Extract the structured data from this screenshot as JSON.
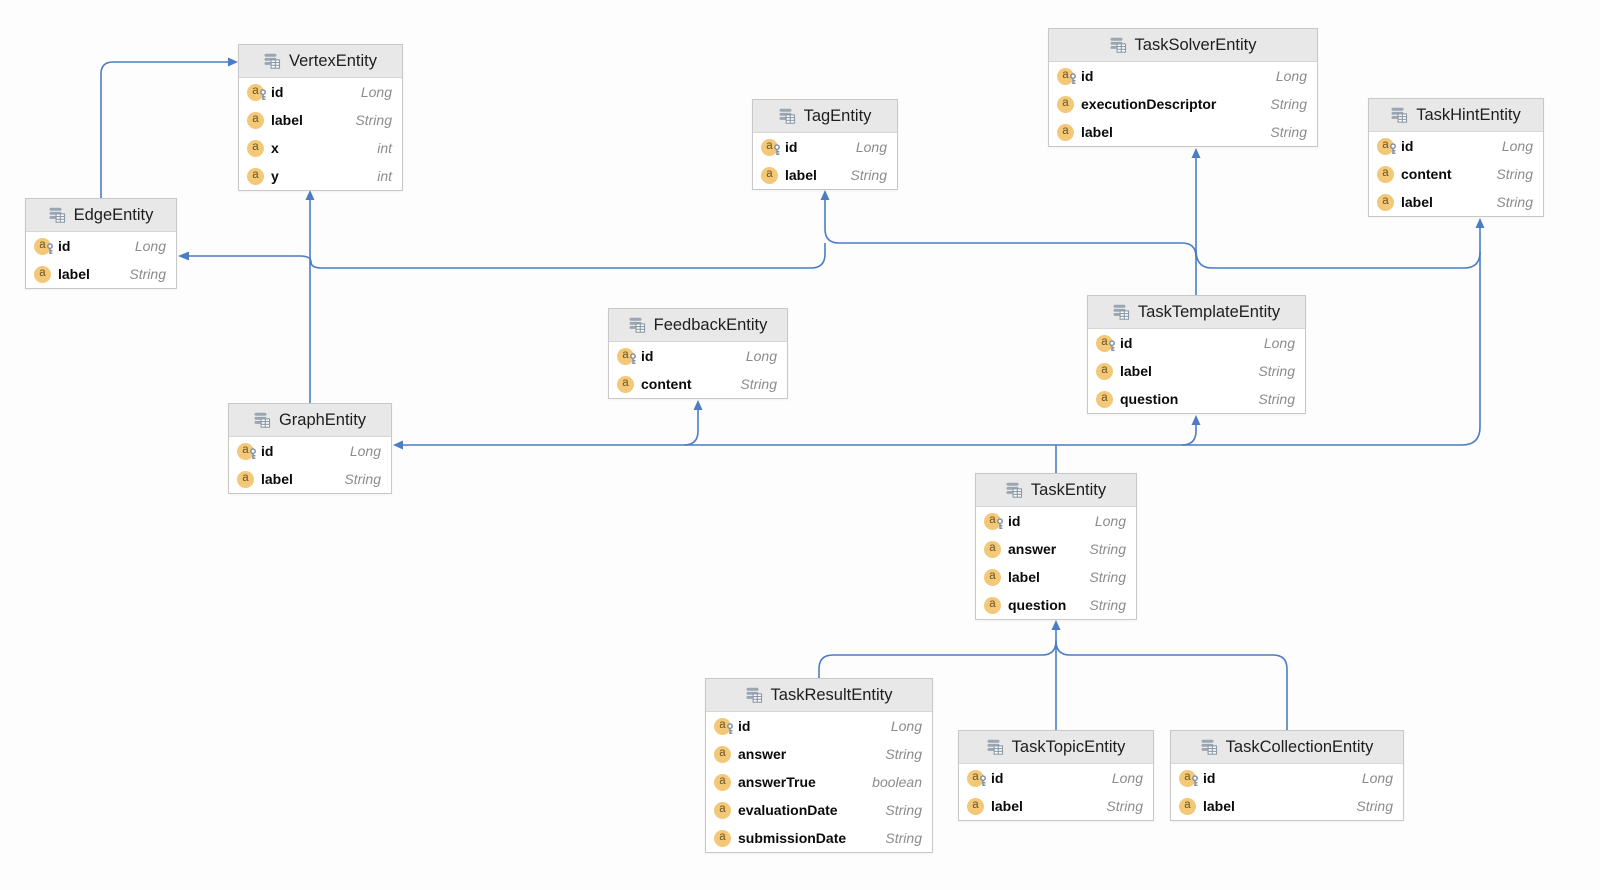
{
  "diagram": {
    "title": "entity-relationship-diagram",
    "colors": {
      "connector": "#4B7CC4",
      "header_bg": "#E8E8E8",
      "box_border": "#C8C8C8",
      "body_bg": "#FFFFFF",
      "title_text": "#1E1E1E",
      "field_name_text": "#0A0A0A",
      "field_type_text": "#8C8C8C",
      "attribute_icon_bg": "#F3C878",
      "attribute_icon_letter": "#6E5620",
      "key_icon_color": "#8191A5",
      "table_icon_color": "#9AA6B2"
    },
    "icons": {
      "entity_header": "database-table-icon",
      "attribute": "attribute-a-icon",
      "primary_key": "key-icon"
    },
    "entities": [
      {
        "key": "vertex",
        "title": "VertexEntity",
        "fields": [
          {
            "name": "id",
            "type": "Long",
            "pk": true
          },
          {
            "name": "label",
            "type": "String",
            "pk": false
          },
          {
            "name": "x",
            "type": "int",
            "pk": false
          },
          {
            "name": "y",
            "type": "int",
            "pk": false
          }
        ]
      },
      {
        "key": "edge",
        "title": "EdgeEntity",
        "fields": [
          {
            "name": "id",
            "type": "Long",
            "pk": true
          },
          {
            "name": "label",
            "type": "String",
            "pk": false
          }
        ]
      },
      {
        "key": "tag",
        "title": "TagEntity",
        "fields": [
          {
            "name": "id",
            "type": "Long",
            "pk": true
          },
          {
            "name": "label",
            "type": "String",
            "pk": false
          }
        ]
      },
      {
        "key": "tasksolver",
        "title": "TaskSolverEntity",
        "fields": [
          {
            "name": "id",
            "type": "Long",
            "pk": true
          },
          {
            "name": "executionDescriptor",
            "type": "String",
            "pk": false
          },
          {
            "name": "label",
            "type": "String",
            "pk": false
          }
        ]
      },
      {
        "key": "taskhint",
        "title": "TaskHintEntity",
        "fields": [
          {
            "name": "id",
            "type": "Long",
            "pk": true
          },
          {
            "name": "content",
            "type": "String",
            "pk": false
          },
          {
            "name": "label",
            "type": "String",
            "pk": false
          }
        ]
      },
      {
        "key": "feedback",
        "title": "FeedbackEntity",
        "fields": [
          {
            "name": "id",
            "type": "Long",
            "pk": true
          },
          {
            "name": "content",
            "type": "String",
            "pk": false
          }
        ]
      },
      {
        "key": "tasktemplate",
        "title": "TaskTemplateEntity",
        "fields": [
          {
            "name": "id",
            "type": "Long",
            "pk": true
          },
          {
            "name": "label",
            "type": "String",
            "pk": false
          },
          {
            "name": "question",
            "type": "String",
            "pk": false
          }
        ]
      },
      {
        "key": "graph",
        "title": "GraphEntity",
        "fields": [
          {
            "name": "id",
            "type": "Long",
            "pk": true
          },
          {
            "name": "label",
            "type": "String",
            "pk": false
          }
        ]
      },
      {
        "key": "task",
        "title": "TaskEntity",
        "fields": [
          {
            "name": "id",
            "type": "Long",
            "pk": true
          },
          {
            "name": "answer",
            "type": "String",
            "pk": false
          },
          {
            "name": "label",
            "type": "String",
            "pk": false
          },
          {
            "name": "question",
            "type": "String",
            "pk": false
          }
        ]
      },
      {
        "key": "taskresult",
        "title": "TaskResultEntity",
        "fields": [
          {
            "name": "id",
            "type": "Long",
            "pk": true
          },
          {
            "name": "answer",
            "type": "String",
            "pk": false
          },
          {
            "name": "answerTrue",
            "type": "boolean",
            "pk": false
          },
          {
            "name": "evaluationDate",
            "type": "String",
            "pk": false
          },
          {
            "name": "submissionDate",
            "type": "String",
            "pk": false
          }
        ]
      },
      {
        "key": "tasktopic",
        "title": "TaskTopicEntity",
        "fields": [
          {
            "name": "id",
            "type": "Long",
            "pk": true
          },
          {
            "name": "label",
            "type": "String",
            "pk": false
          }
        ]
      },
      {
        "key": "taskcollection",
        "title": "TaskCollectionEntity",
        "fields": [
          {
            "name": "id",
            "type": "Long",
            "pk": true
          },
          {
            "name": "label",
            "type": "String",
            "pk": false
          }
        ]
      }
    ],
    "relationships": [
      {
        "from": "EdgeEntity",
        "to": "VertexEntity"
      },
      {
        "from": "GraphEntity",
        "to": "VertexEntity"
      },
      {
        "from": "TaskTemplateEntity",
        "to": "TaskSolverEntity"
      },
      {
        "from": "TaskTemplateEntity",
        "to": "TagEntity"
      },
      {
        "from": "TaskTemplateEntity",
        "to": "EdgeEntity"
      },
      {
        "from": "TaskTemplateEntity",
        "to": "TaskHintEntity"
      },
      {
        "from": "TaskEntity",
        "to": "GraphEntity"
      },
      {
        "from": "TaskEntity",
        "to": "FeedbackEntity"
      },
      {
        "from": "TaskEntity",
        "to": "TaskTemplateEntity"
      },
      {
        "from": "TaskEntity",
        "to": "TaskHintEntity"
      },
      {
        "from": "TaskResultEntity",
        "to": "TaskEntity"
      },
      {
        "from": "TaskTopicEntity",
        "to": "TaskEntity"
      },
      {
        "from": "TaskCollectionEntity",
        "to": "TaskEntity"
      }
    ]
  }
}
